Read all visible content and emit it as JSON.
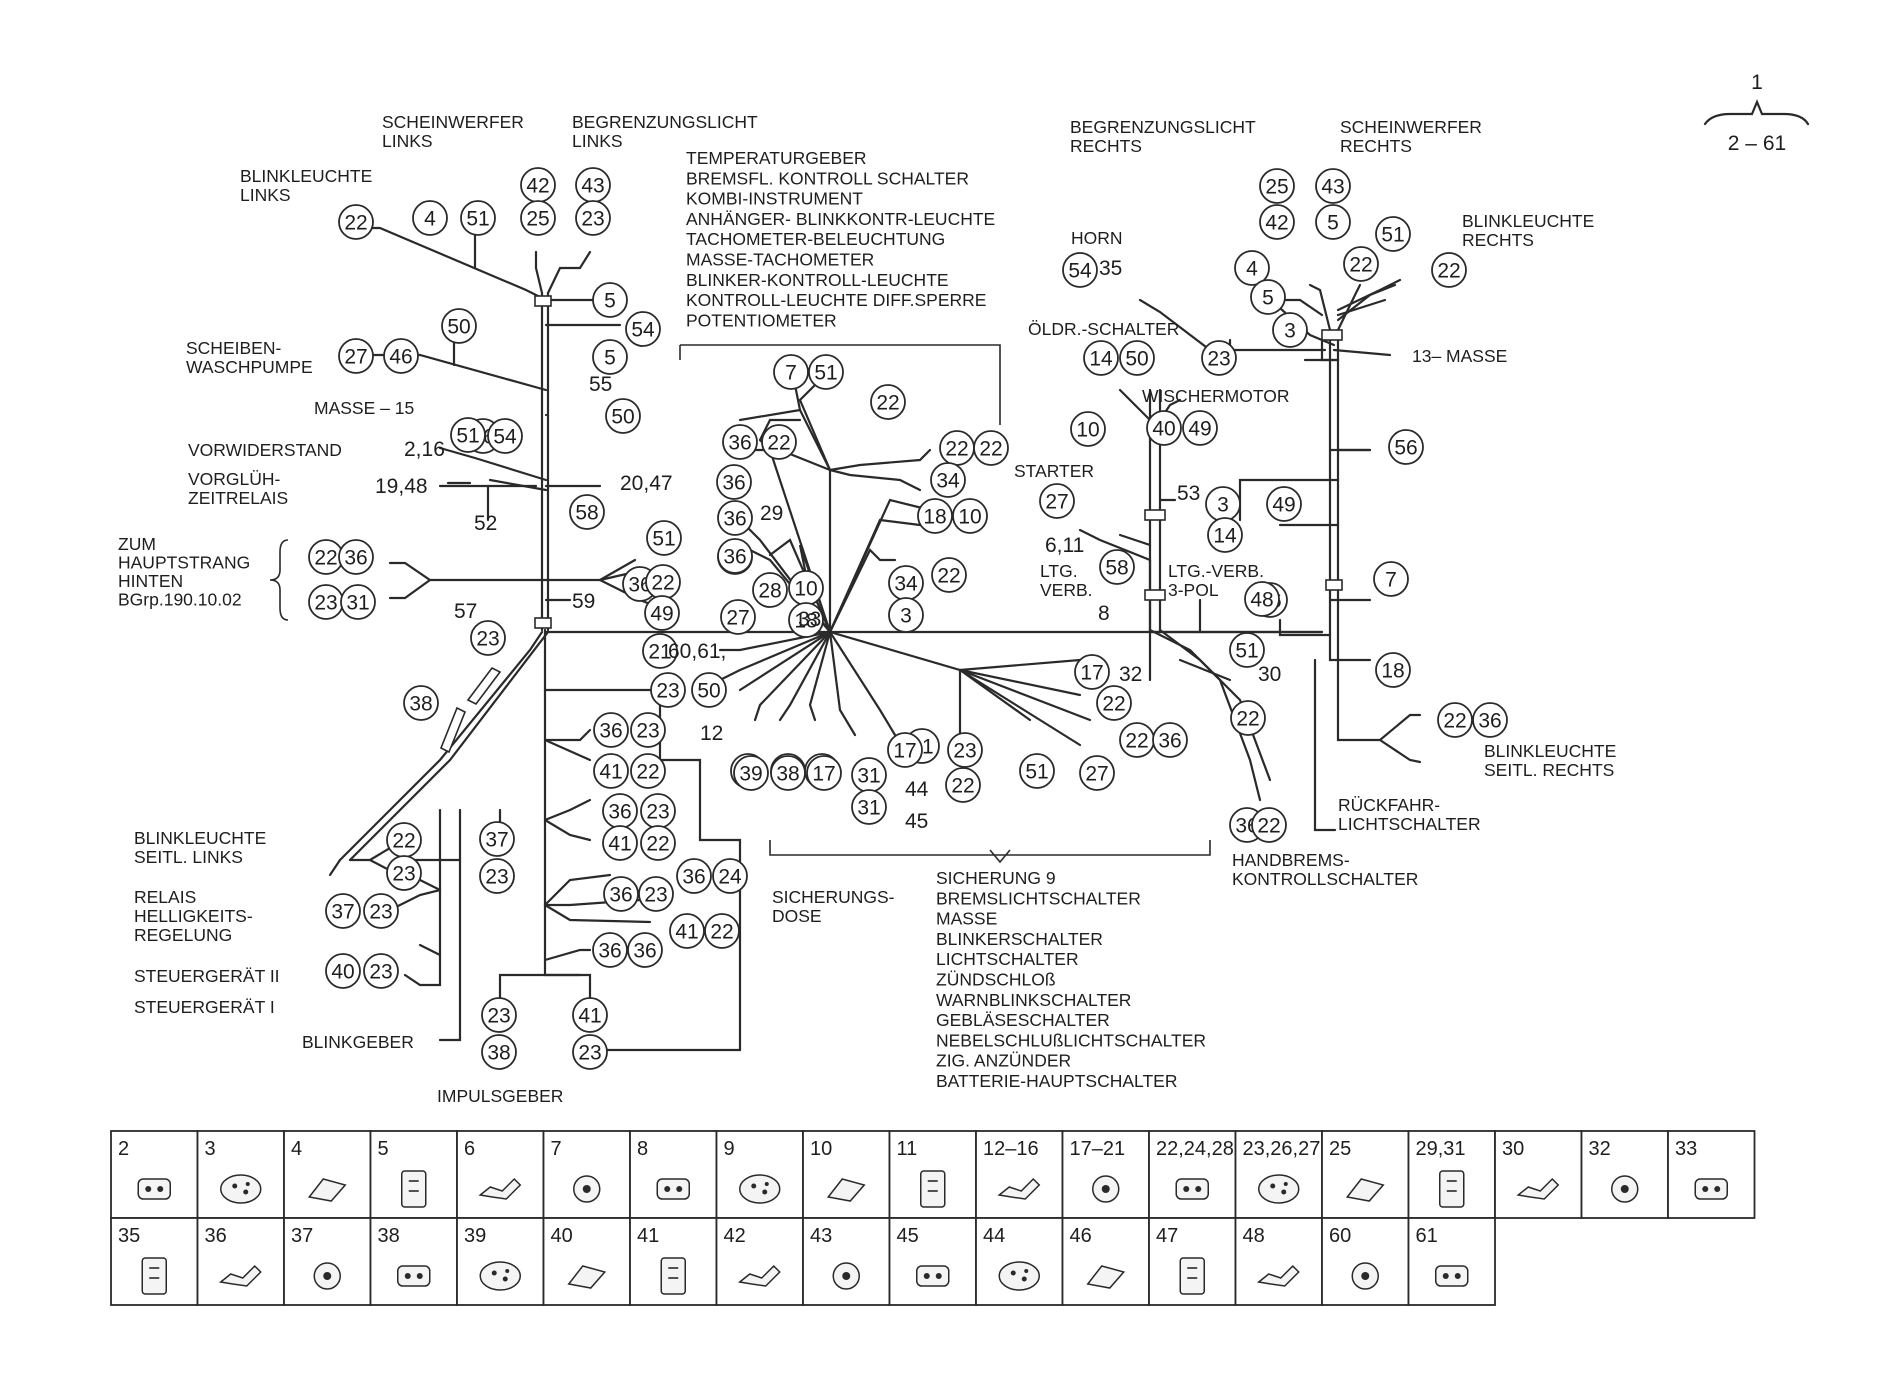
{
  "page_ref": {
    "top": "1",
    "bottom": "2 – 61"
  },
  "labels": {
    "scheinwerfer_links": "SCHEINWERFER\nLINKS",
    "begrenzungslicht_links": "BEGRENZUNGSLICHT\nLINKS",
    "blinkleuchte_links": "BLINKLEUCHTE\nLINKS",
    "scheibenwaschpumpe": "SCHEIBEN-\nWASCHPUMPE",
    "masse_15": "MASSE – 15",
    "vorwiderstand": "VORWIDERSTAND",
    "vorgluh": "VORGLÜH-\nZEITRELAIS",
    "zum_hauptstrang": "ZUM\nHAUPTSTRANG\nHINTEN\nBGrp.190.10.02",
    "center_list": "TEMPERATURGEBER\nBREMSFL. KONTROLL SCHALTER\nKOMBI-INSTRUMENT\nANHÄNGER- BLINKKONTR-LEUCHTE\nTACHOMETER-BELEUCHTUNG\nMASSE-TACHOMETER\nBLINKER-KONTROLL-LEUCHTE\nKONTROLL-LEUCHTE DIFF.SPERRE\nPOTENTIOMETER",
    "begrenzungslicht_rechts": "BEGRENZUNGSLICHT\nRECHTS",
    "scheinwerfer_rechts": "SCHEINWERFER\nRECHTS",
    "blinkleuchte_rechts": "BLINKLEUCHTE\nRECHTS",
    "horn": "HORN",
    "oldr_schalter": "ÖLDR.-SCHALTER",
    "masse_13": "13– MASSE",
    "wischermotor": "WISCHERMOTOR",
    "starter": "STARTER",
    "ltg_verb": "LTG.\nVERB.",
    "ltg_verb_3pol": "LTG.-VERB.\n3-POL",
    "blinkleuchte_seitl_rechts": "BLINKLEUCHTE\nSEITL. RECHTS",
    "ruckfahr": "RÜCKFAHR-\nLICHTSCHALTER",
    "handbrems": "HANDBREMS-\nKONTROLLSCHALTER",
    "blinkleuchte_seitl_links": "BLINKLEUCHTE\nSEITL. LINKS",
    "relais_helligkeit": "RELAIS\nHELLIGKEITS-\nREGELUNG",
    "steuergerat_2": "STEUERGERÄT II",
    "steuergerat_1": "STEUERGERÄT I",
    "blinkgeber": "BLINKGEBER",
    "impulsgeber": "IMPULSGEBER",
    "sicherungsdose": "SICHERUNGS-\nDOSE",
    "bottom_list": "SICHERUNG 9\nBREMSLICHTSCHALTER\nMASSE\nBLINKERSCHALTER\nLICHTSCHALTER\nZÜNDSCHLOß\nWARNBLINKSCHALTER\nGEBLÄSESCHALTER\nNEBELSCHLUßLICHTSCHALTER\nZIG. ANZÜNDER\nBATTERIE-HAUPTSCHALTER"
  },
  "plain_numbers": {
    "n55": "55",
    "n2_16": "2,16",
    "n19_48": "19,48",
    "n20_47": "20,47",
    "n52": "52",
    "n57": "57",
    "n59": "59",
    "n29": "29",
    "n33": "33",
    "n60_61": "60,61,",
    "n12": "12",
    "n44": "44",
    "n45": "45",
    "n35": "35",
    "n6_11": "6,11",
    "n53": "53",
    "n8": "8",
    "n32": "32",
    "n30": "30"
  },
  "callouts": [
    "42",
    "43",
    "25",
    "23",
    "22",
    "4",
    "51",
    "5",
    "54",
    "5",
    "50",
    "27",
    "46",
    "56",
    "51",
    "54",
    "50",
    "58",
    "51",
    "36",
    "22",
    "49",
    "22",
    "36",
    "23",
    "31",
    "23",
    "38",
    "7",
    "51",
    "22",
    "36",
    "22",
    "22",
    "22",
    "36",
    "34",
    "36",
    "18",
    "10",
    "27",
    "22",
    "36",
    "34",
    "3",
    "28",
    "10",
    "18",
    "27",
    "21",
    "50",
    "23",
    "17",
    "22",
    "22",
    "36",
    "21",
    "23",
    "23",
    "21",
    "17",
    "23",
    "51",
    "27",
    "39",
    "38",
    "17",
    "31",
    "31",
    "22",
    "36",
    "23",
    "41",
    "22",
    "36",
    "23",
    "41",
    "22",
    "36",
    "24",
    "36",
    "23",
    "41",
    "22",
    "36",
    "36",
    "22",
    "23",
    "37",
    "23",
    "40",
    "23",
    "37",
    "23",
    "23",
    "38",
    "41",
    "23",
    "25",
    "43",
    "42",
    "5",
    "4",
    "51",
    "22",
    "22",
    "54",
    "5",
    "3",
    "14",
    "50",
    "23",
    "40",
    "49",
    "10",
    "27",
    "3",
    "49",
    "14",
    "58",
    "56",
    "7",
    "56",
    "18",
    "48",
    "51",
    "22",
    "36",
    "22",
    "22",
    "36"
  ],
  "parts_table": {
    "row1": [
      "2",
      "3",
      "4",
      "5",
      "6",
      "7",
      "8",
      "9",
      "10",
      "11",
      "12–16",
      "17–21",
      "22,24,28",
      "23,26,27",
      "25",
      "29,31",
      "30",
      "32",
      "33"
    ],
    "row2": [
      "35",
      "36",
      "37",
      "38",
      "39",
      "40",
      "41",
      "42",
      "43",
      "45",
      "44",
      "46",
      "47",
      "48",
      "60",
      "61"
    ]
  }
}
